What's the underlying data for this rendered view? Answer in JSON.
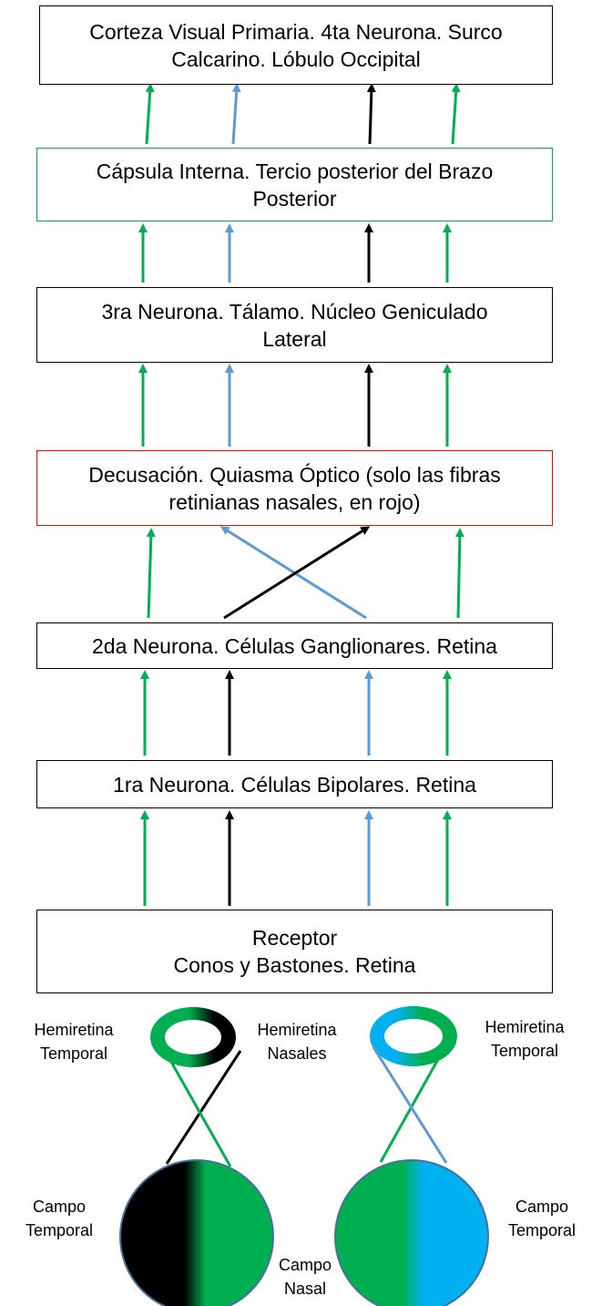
{
  "boxes": {
    "cortex": {
      "line1": "Corteza Visual Primaria. 4ta Neurona. Surco",
      "line2": "Calcarino. Lóbulo Occipital"
    },
    "capsule": {
      "line1": "Cápsula Interna. Tercio posterior del Brazo",
      "line2": "Posterior"
    },
    "thalamus": {
      "line1": "3ra Neurona. Tálamo. Núcleo Geniculado",
      "line2": "Lateral"
    },
    "chiasm": {
      "line1": "Decusación. Quiasma Óptico (solo las fibras",
      "line2": "retinianas nasales, en rojo)"
    },
    "ganglion": {
      "line1": "2da Neurona. Células Ganglionares. Retina"
    },
    "bipolar": {
      "line1": "1ra Neurona. Células Bipolares. Retina"
    },
    "receptor": {
      "line1": "Receptor",
      "line2": "Conos y Bastones. Retina"
    }
  },
  "labels": {
    "hemiretina_temporal_left": {
      "line1": "Hemiretina",
      "line2": "Temporal"
    },
    "hemiretina_nasales": {
      "line1": "Hemiretina",
      "line2": "Nasales"
    },
    "hemiretina_temporal_right": {
      "line1": "Hemiretina",
      "line2": "Temporal"
    },
    "campo_temporal_left": {
      "line1": "Campo",
      "line2": "Temporal"
    },
    "campo_temporal_right": {
      "line1": "Campo",
      "line2": "Temporal"
    },
    "campo_nasal": {
      "line1": "Campo",
      "line2": "Nasal"
    }
  },
  "colors": {
    "green": "#00b050",
    "blue": "#5b9bd5",
    "black": "#000000",
    "red": "#ff0000",
    "cyan": "#00b0f0"
  }
}
